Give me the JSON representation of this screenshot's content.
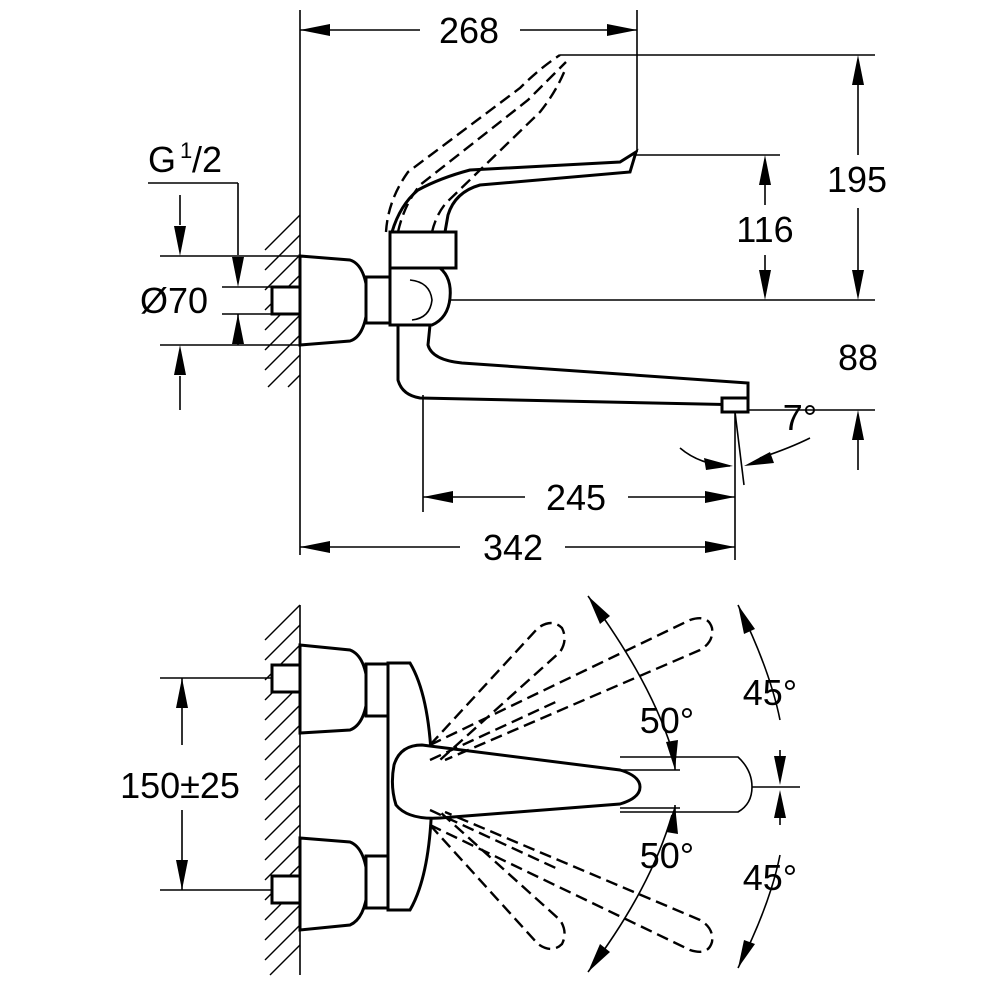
{
  "dimensions": {
    "overall_height_top": "268",
    "thread": {
      "base": "G",
      "sup": "1",
      "sub": "/2"
    },
    "rosette_diameter": "Ø70",
    "height_full": "195",
    "height_lever": "116",
    "spout_drop": "88",
    "spout_angle": "7°",
    "spout_projection": "245",
    "overall_projection": "342",
    "centres": "150±25",
    "swing_upper_inner": "50°",
    "swing_upper_outer": "45°",
    "swing_lower_inner": "50°",
    "swing_lower_outer": "45°"
  }
}
